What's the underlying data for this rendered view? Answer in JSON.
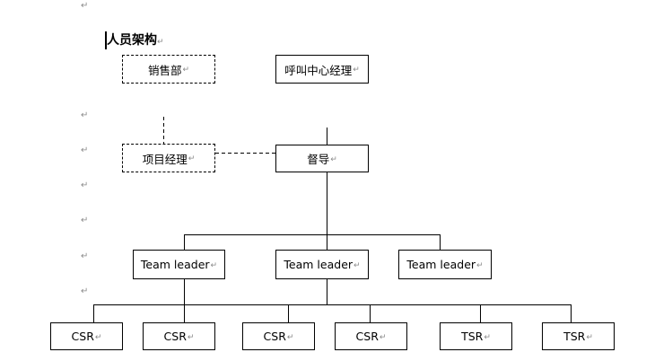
{
  "return_mark": "↵",
  "section_title": "人员架构",
  "chart": {
    "sales_dept": "销售部",
    "call_center_manager": "呼叫中心经理",
    "project_manager": "项目经理",
    "supervisor": "督导",
    "team_leaders": [
      "Team leader",
      "Team leader",
      "Team leader"
    ],
    "staff": [
      "CSR",
      "CSR",
      "CSR",
      "CSR",
      "TSR",
      "TSR"
    ]
  }
}
